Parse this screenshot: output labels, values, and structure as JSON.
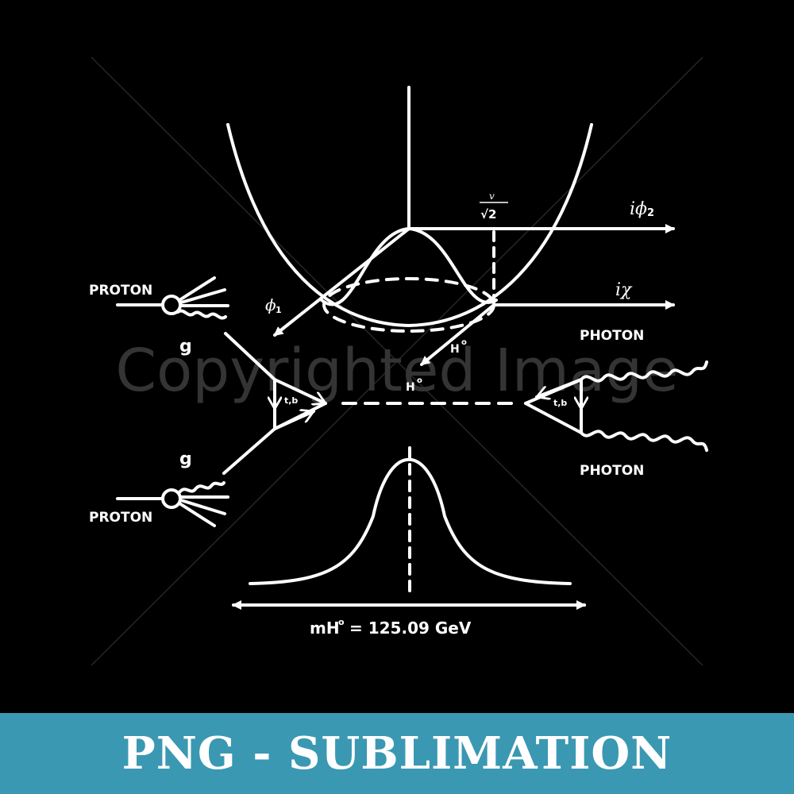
{
  "diagram": {
    "labels": {
      "proton_top": "PROTON",
      "proton_bottom": "PROTON",
      "gluon_top": "g",
      "gluon_bottom": "g",
      "tb_left": "t,b",
      "tb_right": "t,b",
      "photon_top": "PHOTON",
      "photon_bottom": "PHOTON",
      "higgs_mid": "H",
      "higgs_mid_sup": "o",
      "higgs_arrow": "H",
      "higgs_arrow_sup": "o",
      "phi1": "ϕ",
      "phi1_sub": "1",
      "iphi2": "iϕ",
      "iphi2_sub": "2",
      "ichi": "iχ",
      "vev_num": "v",
      "vev_den": "√2",
      "mass_prefix": "mH",
      "mass_sup": "o",
      "mass_value": "= 125.09  GeV"
    },
    "watermark": "Copyrighted Image",
    "colors": {
      "background": "#000000",
      "lines": "#ffffff",
      "watermark": "#3a3a3a"
    }
  },
  "banner": {
    "text": "PNG - SUBLIMATION",
    "color": "#3a98b2"
  }
}
